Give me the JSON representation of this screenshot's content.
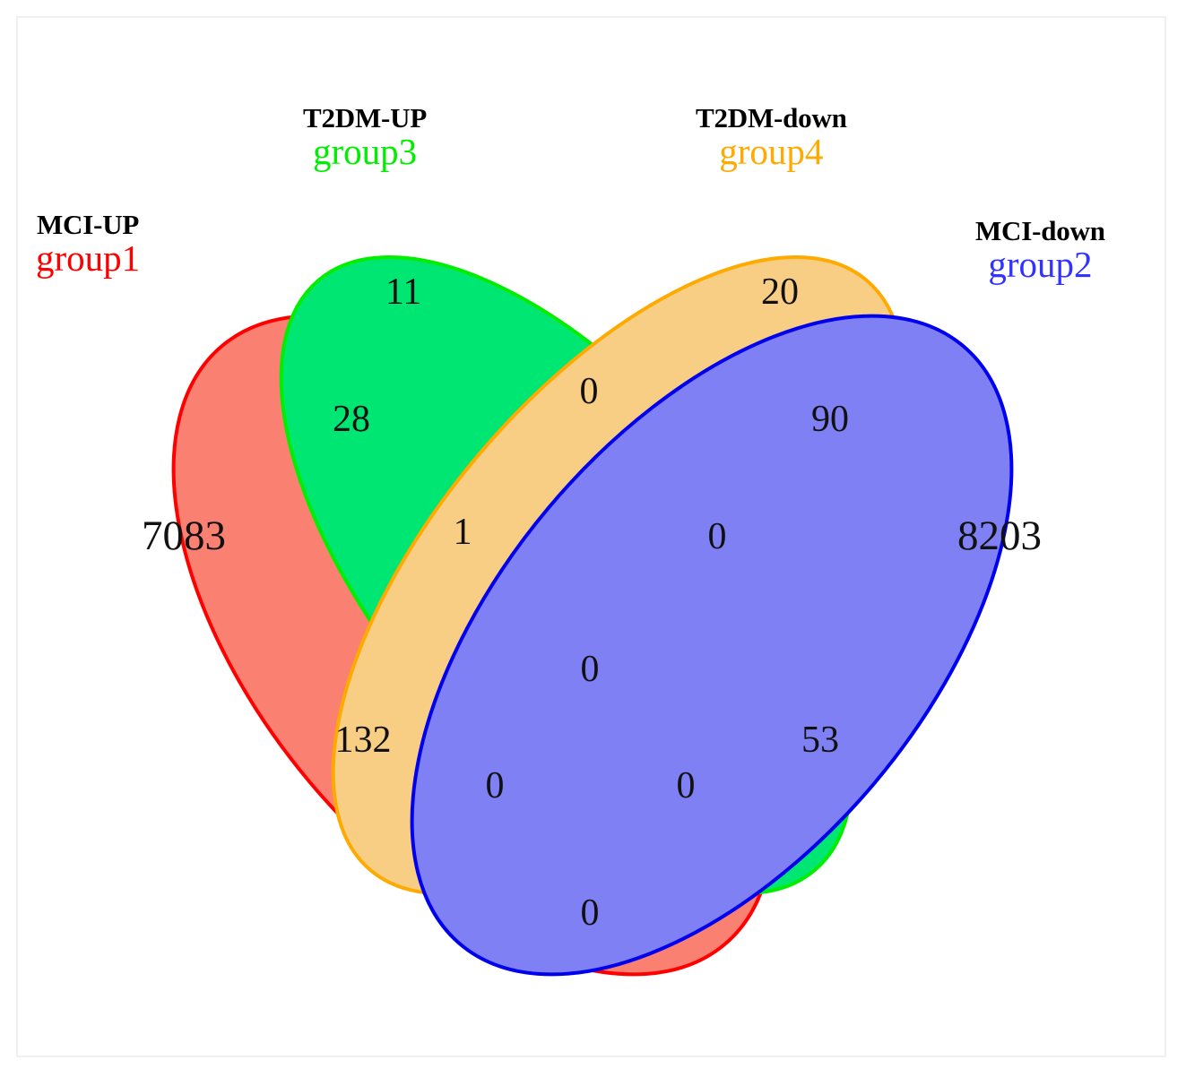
{
  "figure": {
    "kind": "venn-diagram",
    "background": "#ffffff",
    "frame_border": "#f0f0f0"
  },
  "sets": [
    {
      "id": "group1",
      "title": "MCI-UP",
      "group": "group1",
      "color": "#ff0000",
      "fill": "#fa8072",
      "title_color": "#000000"
    },
    {
      "id": "group3",
      "title": "T2DM-UP",
      "group": "group3",
      "color": "#00ee00",
      "fill": "#00e673",
      "title_color": "#000000"
    },
    {
      "id": "group4",
      "title": "T2DM-down",
      "group": "group4",
      "color": "#ffaa00",
      "fill": "#f7ce83",
      "title_color": "#000000"
    },
    {
      "id": "group2",
      "title": "MCI-down",
      "group": "group2",
      "color": "#0000ee",
      "fill": "#8080f5",
      "title_color": "#000000"
    }
  ],
  "chart_data": {
    "type": "venn",
    "title": "",
    "set_names": [
      "MCI-UP / group1",
      "MCI-down / group2",
      "T2DM-UP / group3",
      "T2DM-down / group4"
    ],
    "regions": [
      {
        "sets": [
          "group1"
        ],
        "label": "7083",
        "value": 7083
      },
      {
        "sets": [
          "group3"
        ],
        "label": "11",
        "value": 11
      },
      {
        "sets": [
          "group4"
        ],
        "label": "20",
        "value": 20
      },
      {
        "sets": [
          "group2"
        ],
        "label": "8203",
        "value": 8203
      },
      {
        "sets": [
          "group1",
          "group3"
        ],
        "label": "28",
        "value": 28
      },
      {
        "sets": [
          "group3",
          "group4"
        ],
        "label": "0",
        "value": 0
      },
      {
        "sets": [
          "group4",
          "group2"
        ],
        "label": "90",
        "value": 90
      },
      {
        "sets": [
          "group1",
          "group3",
          "group4"
        ],
        "label": "1",
        "value": 1
      },
      {
        "sets": [
          "group3",
          "group4",
          "group2"
        ],
        "label": "0",
        "value": 0
      },
      {
        "sets": [
          "group1",
          "group3",
          "group4",
          "group2"
        ],
        "label": "0",
        "value": 0
      },
      {
        "sets": [
          "group1",
          "group4"
        ],
        "label": "132",
        "value": 132
      },
      {
        "sets": [
          "group3",
          "group2"
        ],
        "label": "53",
        "value": 53
      },
      {
        "sets": [
          "group1",
          "group4",
          "group2"
        ],
        "label": "0",
        "value": 0
      },
      {
        "sets": [
          "group1",
          "group3",
          "group2"
        ],
        "label": "0",
        "value": 0
      },
      {
        "sets": [
          "group1",
          "group2"
        ],
        "label": "0",
        "value": 0
      }
    ],
    "counts": {
      "group1_only": "7083",
      "group3_only": "11",
      "group4_only": "20",
      "group2_only": "8203",
      "g1_g3": "28",
      "g3_g4": "0",
      "g4_g2": "90",
      "g1_g3_g4": "1",
      "g3_g4_g2": "0",
      "all_four": "0",
      "g1_g4": "132",
      "g3_g2": "53",
      "g1_g4_g2": "0",
      "g1_g3_g2": "0",
      "g1_g2": "0"
    }
  }
}
